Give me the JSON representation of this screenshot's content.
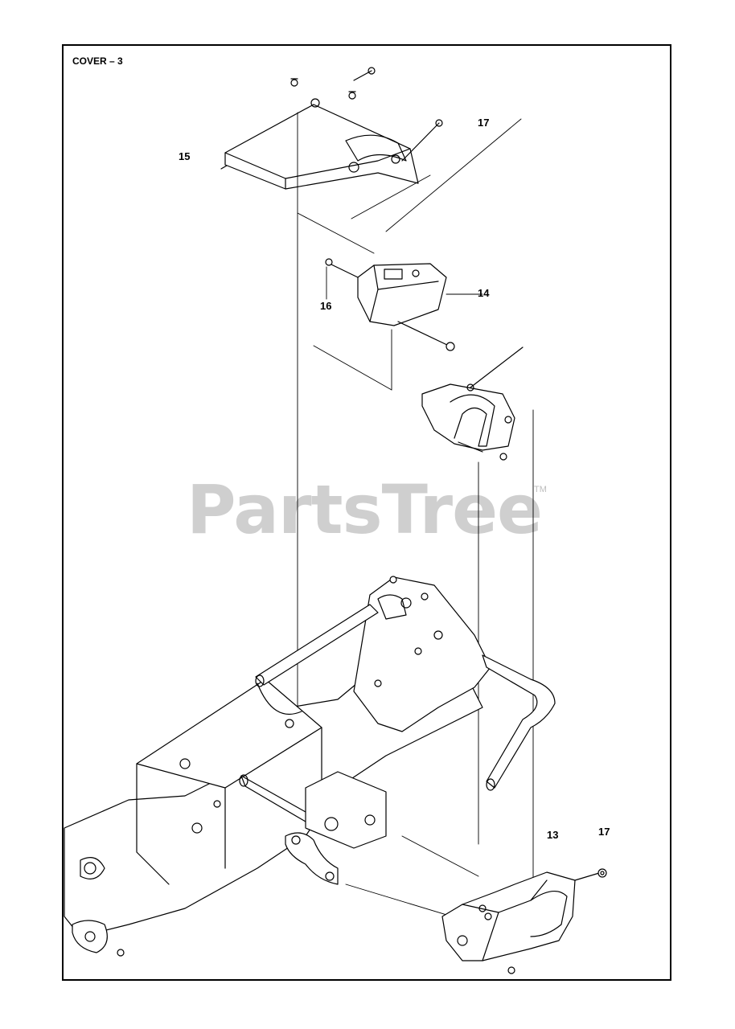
{
  "diagram": {
    "title": "COVER – 3",
    "watermark": "PartsTree",
    "watermark_mark": "TM",
    "callouts": [
      {
        "id": "15",
        "label": "15"
      },
      {
        "id": "17a",
        "label": "17"
      },
      {
        "id": "14",
        "label": "14"
      },
      {
        "id": "16",
        "label": "16"
      },
      {
        "id": "13",
        "label": "13"
      },
      {
        "id": "17b",
        "label": "17"
      }
    ]
  }
}
